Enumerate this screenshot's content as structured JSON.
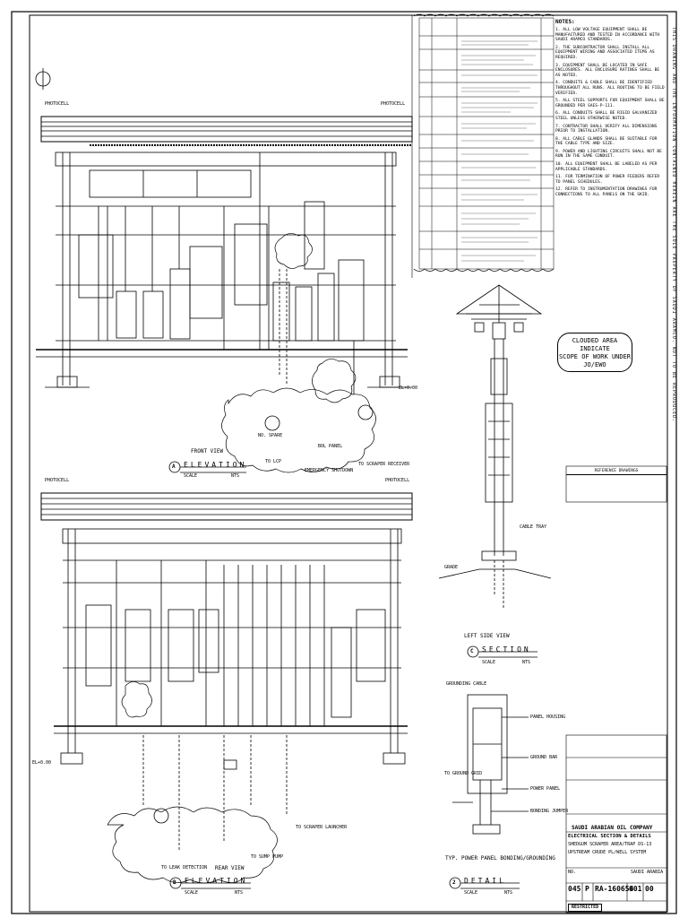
{
  "views": {
    "front": {
      "caption": "FRONT VIEW",
      "letter": "A",
      "title": "ELEVATION",
      "scale": "SCALE",
      "nts": "NTS"
    },
    "rear": {
      "caption": "REAR VIEW",
      "letter": "B",
      "title": "ELEVATION",
      "scale": "SCALE",
      "nts": "NTS"
    },
    "left": {
      "caption": "LEFT SIDE VIEW",
      "letter": "C",
      "title": "SECTION",
      "scale": "SCALE",
      "nts": "NTS"
    },
    "detail": {
      "caption": "TYP. POWER PANEL BONDING/GROUNDING",
      "letter": "2",
      "title": "DETAIL",
      "scale": "SCALE",
      "nts": "NTS"
    }
  },
  "labels": {
    "photocell": "PHOTOCELL",
    "el": "EL+0.00",
    "el2": "EL+0.00",
    "spare": "NO. SPARE",
    "to_lcp": "TO LCP",
    "bol_panel": "BOL PANEL",
    "emergency_shutdown": "EMERGENCY SHUTDOWN",
    "to_scraper_receiver": "TO SCRAPER RECEIVER",
    "to_scraper_launcher": "TO SCRAPER LAUNCHER",
    "to_sump_pump": "TO SUMP PUMP",
    "to_leak_detection": "TO LEAK DETECTION",
    "grounding_cable": "GROUNDING CABLE",
    "ground_bar": "GROUND BAR",
    "to_ground_grid": "TO GROUND GRID",
    "bonding_jumper": "BONDING JUMPER",
    "panel_housing": "PANEL HOUSING",
    "power_panel": "POWER PANEL",
    "cable_tray": "CABLE TRAY",
    "grade": "GRADE"
  },
  "notes_title": "NOTES:",
  "notes": [
    "1. ALL LOW VOLTAGE EQUIPMENT SHALL BE MANUFACTURED AND TESTED IN ACCORDANCE WITH SAUDI ARAMCO STANDARDS.",
    "2. THE SUBCONTRACTOR SHALL INSTALL ALL EQUIPMENT WIRING AND ASSOCIATED ITEMS AS REQUIRED.",
    "3. EQUIPMENT SHALL BE LOCATED IN SAFE ENCLOSURES. ALL ENCLOSURE RATINGS SHALL BE AS NOTED.",
    "4. CONDUITS & CABLE SHALL BE IDENTIFIED THROUGHOUT ALL RUNS. ALL ROUTING TO BE FIELD VERIFIED.",
    "5. ALL STEEL SUPPORTS FOR EQUIPMENT SHALL BE GROUNDED PER SAES-P-111.",
    "6. ALL CONDUITS SHALL BE RIGID GALVANIZED STEEL UNLESS OTHERWISE NOTED.",
    "7. CONTRACTOR SHALL VERIFY ALL DIMENSIONS PRIOR TO INSTALLATION.",
    "8. ALL CABLE GLANDS SHALL BE SUITABLE FOR THE CABLE TYPE AND SIZE.",
    "9. POWER AND LIGHTING CIRCUITS SHALL NOT BE RUN IN THE SAME CONDUIT.",
    "10. ALL EQUIPMENT SHALL BE LABELED AS PER APPLICABLE STANDARDS.",
    "11. FOR TERMINATION OF POWER FEEDERS REFER TO PANEL SCHEDULES.",
    "12. REFER TO INSTRUMENTATION DRAWINGS FOR CONNECTIONS TO ALL PANELS ON THE SKID."
  ],
  "scope_note": [
    "CLOUDED AREA INDICATE",
    "SCOPE OF WORK UNDER",
    "JO/EWO"
  ],
  "reference_title": "REFERENCE DRAWINGS",
  "company": "SAUDI ARABIAN OIL COMPANY",
  "drawing_title": [
    "ELECTRICAL SECTION & DETAILS",
    "SHEDGUM SCRAPER AREA/TRAP DS-13",
    "UPSTREAM CRUDE PL/WELL SYSTEM"
  ],
  "plant": "NO.",
  "location": "SAUDI ARABIA",
  "drawing_number": {
    "plant": "045",
    "type": "P",
    "number": "RA-160654",
    "sheet": "001",
    "rev": "00"
  },
  "restricted": "RESTRICTED",
  "side_text": "THIS DRAWING AND THE INFORMATION CONTAINED HEREIN ARE THE SOLE PROPERTY OF SAUDI ARAMCO. NOT TO BE REPRODUCED."
}
